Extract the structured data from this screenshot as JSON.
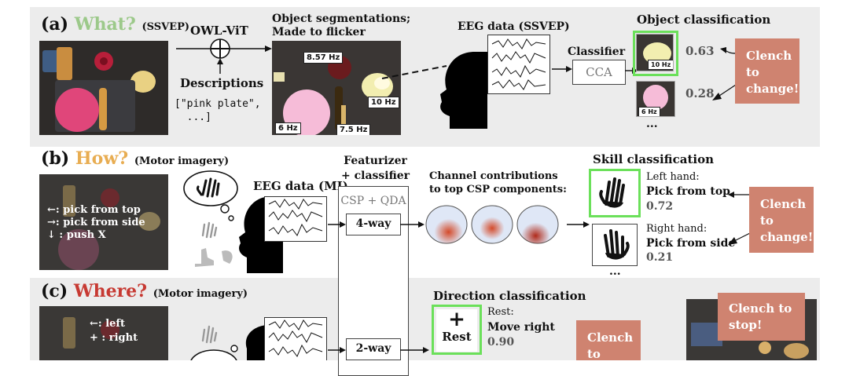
{
  "colors": {
    "what": "#9cc98a",
    "how": "#e8ad52",
    "where": "#c73a33",
    "clench": "#cf8370",
    "highlight": "#6be05a"
  },
  "section_a": {
    "tag": "(a)",
    "title": "What?",
    "subtitle": "(SSVEP)",
    "owl_label": "OWL-ViT",
    "descriptions_label": "Descriptions",
    "descriptions_code": "[\"pink plate\",\n  ...]",
    "seg_title": "Object segmentations;\nMade to flicker",
    "hz_labels": [
      "8.57 Hz",
      "10 Hz",
      "6 Hz",
      "7.5 Hz"
    ],
    "eeg_title": "EEG data (SSVEP)",
    "classifier_title": "Classifier",
    "classifier_method": "CCA",
    "objclass_title": "Object classification",
    "thumb_labels": [
      "10 Hz",
      "6 Hz"
    ],
    "scores": [
      "0.63",
      "0.28"
    ],
    "ellipsis": "...",
    "clench": "Clench\nto\nchange!"
  },
  "section_b": {
    "tag": "(b)",
    "title": "How?",
    "subtitle": "(Motor imagery)",
    "legend_lines": [
      "←: pick from top",
      "→: pick from side",
      "↓ : push X"
    ],
    "eeg_title": "EEG data (MI)",
    "featurizer_title": "Featurizer\n+ classifier",
    "csp_label": "CSP + QDA",
    "way4": "4-way",
    "channel_title": "Channel contributions\nto top CSP components:",
    "skill_title": "Skill classification",
    "left_hand": "Left hand:",
    "left_skill": "Pick from top",
    "left_score": "0.72",
    "right_hand": "Right hand:",
    "right_skill": "Pick from side",
    "right_score": "0.21",
    "ellipsis": "...",
    "clench": "Clench\nto\nchange!"
  },
  "section_c": {
    "tag": "(c)",
    "title": "Where?",
    "subtitle": "(Motor imagery)",
    "legend_lines": [
      "←: left",
      "+ : right"
    ],
    "way2": "2-way",
    "direction_title": "Direction classification",
    "rest_symbol": "+",
    "rest_label": "Rest",
    "rest_heading": "Rest:",
    "move_label": "Move right",
    "move_score": "0.90",
    "clench_partial": "Clench\nto",
    "clench_stop": "Clench to\nstop!"
  }
}
